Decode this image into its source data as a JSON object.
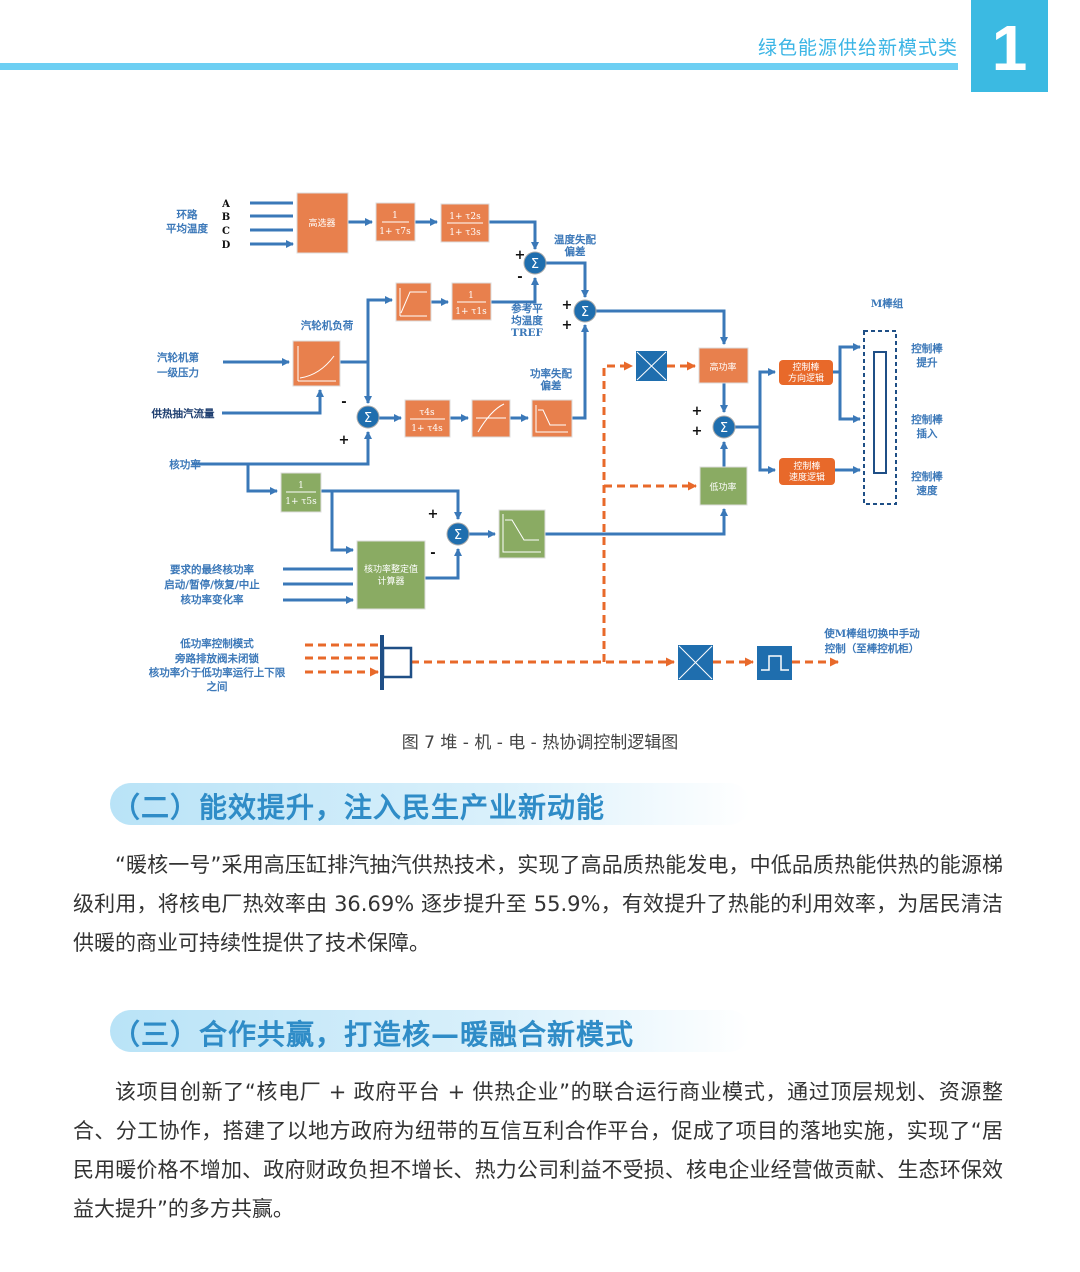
{
  "header": {
    "category": "绿色能源供给新模式类",
    "chapter_number": "1"
  },
  "diagram": {
    "loop_temp_label": [
      "环路",
      "平均温度"
    ],
    "loops": [
      "A",
      "B",
      "C",
      "D"
    ],
    "high_select": "高选器",
    "tf7": {
      "num": "1",
      "den": "1+ τ7s"
    },
    "tf23": {
      "num": "1+ τ2s",
      "den": "1+ τ3s"
    },
    "temp_mismatch": [
      "温度失配",
      "偏差"
    ],
    "ref_temp": [
      "参考平",
      "均温度",
      "TREF"
    ],
    "tf1": {
      "num": "1",
      "den": "1+ τ1s"
    },
    "turbine_load": "汽轮机负荷",
    "turbine_pressure": [
      "汽轮机第",
      "一级压力"
    ],
    "heating_flow": "供热抽汽流量",
    "tf4": {
      "num": "τ4s",
      "den": "1+ τ4s"
    },
    "power_mismatch": [
      "功率失配",
      "偏差"
    ],
    "nuclear_power": "核功率",
    "tf5": {
      "num": "1",
      "den": "1+ τ5s"
    },
    "setpoint_calc": [
      "核功率整定值",
      "计算器"
    ],
    "setpoint_inputs": [
      "要求的最终核功率",
      "启动/暂停/恢复/中止",
      "核功率变化率"
    ],
    "low_power_inputs": [
      "低功率控制模式",
      "旁路排放阀未闭锁",
      "核功率介于低功率运行上下限",
      "之间"
    ],
    "high_power": "高功率",
    "low_power": "低功率",
    "dir_logic": [
      "控制棒",
      "方向逻辑"
    ],
    "speed_logic": [
      "控制棒",
      "速度逻辑"
    ],
    "m_group": "M棒组",
    "rod_up": [
      "控制棒",
      "提升"
    ],
    "rod_in": [
      "控制棒",
      "插入"
    ],
    "rod_speed": [
      "控制棒",
      "速度"
    ],
    "manual_switch": [
      "使M棒组切换中手动",
      "控制（至棒控机柜）"
    ],
    "sigma": "Σ",
    "plus": "+",
    "minus": "-"
  },
  "caption": "图 7 堆 - 机 - 电 - 热协调控制逻辑图",
  "sections": [
    {
      "heading": "（二）能效提升，注入民生产业新动能",
      "body": "“暖核一号”采用高压缸排汽抽汽供热技术，实现了高品质热能发电，中低品质热能供热的能源梯级利用，将核电厂热效率由 36.69% 逐步提升至 55.9%，有效提升了热能的利用效率，为居民清洁供暖的商业可持续性提供了技术保障。"
    },
    {
      "heading": "（三）合作共赢，打造核—暖融合新模式",
      "body": "该项目创新了“核电厂 + 政府平台 + 供热企业”的联合运行商业模式，通过顶层规划、资源整合、分工协作，搭建了以地方政府为纽带的互信互利合作平台，促成了项目的落地实施，实现了“居民用暖价格不增加、政府财政负担不增长、热力公司利益不受损、核电企业经营做贡献、生态环保效益大提升”的多方共赢。"
    }
  ],
  "colors": {
    "accent": "#3bbae2",
    "line": "#3a78b8",
    "orange": "#e8804d",
    "green": "#8aab63",
    "dashed": "#e8692a"
  }
}
